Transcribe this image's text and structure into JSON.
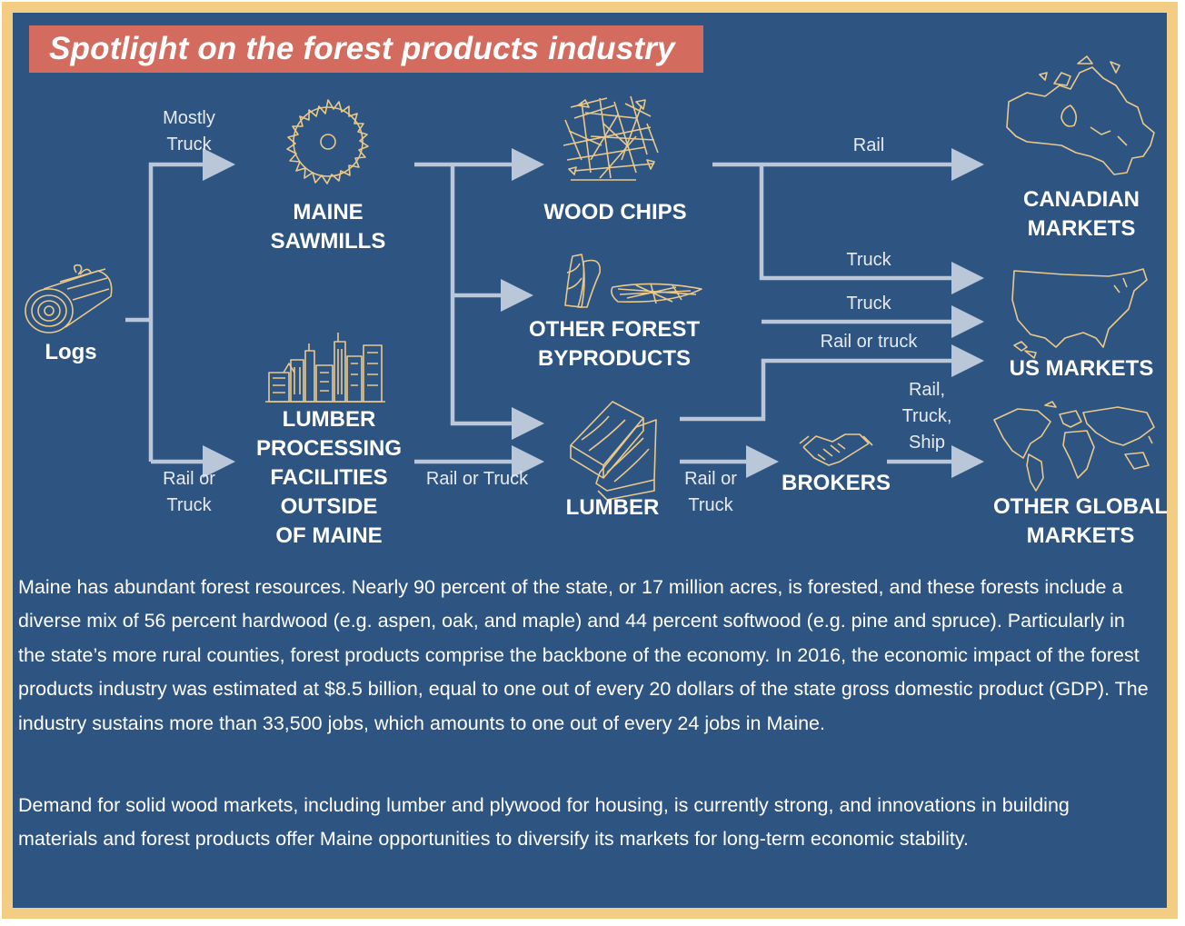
{
  "title": "Spotlight on the forest products industry",
  "nodes": {
    "logs": "Logs",
    "maine_sawmills": [
      "MAINE",
      "SAWMILLS"
    ],
    "lumber_processing": [
      "LUMBER",
      "PROCESSING",
      "FACILITIES",
      "OUTSIDE",
      "OF MAINE"
    ],
    "wood_chips": "WOOD CHIPS",
    "other_forest_byproducts": [
      "OTHER FOREST",
      "BYPRODUCTS"
    ],
    "lumber": "LUMBER",
    "brokers": "BROKERS",
    "canadian_markets": [
      "CANADIAN",
      "MARKETS"
    ],
    "us_markets": "US MARKETS",
    "other_global_markets": [
      "OTHER GLOBAL",
      "MARKETS"
    ]
  },
  "edge_labels": {
    "logs_to_sawmills": [
      "Mostly",
      "Truck"
    ],
    "logs_to_processing": [
      "Rail or",
      "Truck"
    ],
    "processing_to_lumber": "Rail or Truck",
    "chips_to_canada": "Rail",
    "chips_to_us": "Truck",
    "byproducts_to_us": "Truck",
    "lumber_to_us": "Rail or truck",
    "lumber_to_brokers": [
      "Rail or",
      "Truck"
    ],
    "brokers_to_global": [
      "Rail,",
      "Truck,",
      "Ship"
    ]
  },
  "paragraphs": [
    "Maine has abundant forest resources. Nearly 90 percent of the state, or 17 million acres, is forested, and these forests include a diverse mix of 56 percent hardwood (e.g. aspen, oak, and maple) and 44 percent softwood (e.g. pine and spruce). Particularly in the state’s more rural counties, forest products comprise the backbone of the economy. In 2016, the economic impact of the forest products industry was estimated at $8.5 billion, equal to one out of every 20 dollars of the state gross domestic product (GDP). The industry sustains more than 33,500 jobs, which amounts to one out of every 24 jobs in Maine.",
    "Demand for solid wood markets, including lumber and plywood for housing, is currently strong, and innovations in building materials and forest products offer Maine opportunities to diversify its markets for long-term economic stability."
  ],
  "colors": {
    "background": "#2e5482",
    "border": "#f2cd83",
    "title_banner": "#d46b5f",
    "arrows": "#b9c7d8",
    "icons": "#e9c98b",
    "text": "#ffffff"
  },
  "icons": [
    "log-icon",
    "saw-blade-icon",
    "factory-icon",
    "wood-chips-icon",
    "wood-byproducts-icon",
    "lumber-boards-icon",
    "handshake-icon",
    "canada-map-icon",
    "us-map-icon",
    "world-map-icon"
  ]
}
